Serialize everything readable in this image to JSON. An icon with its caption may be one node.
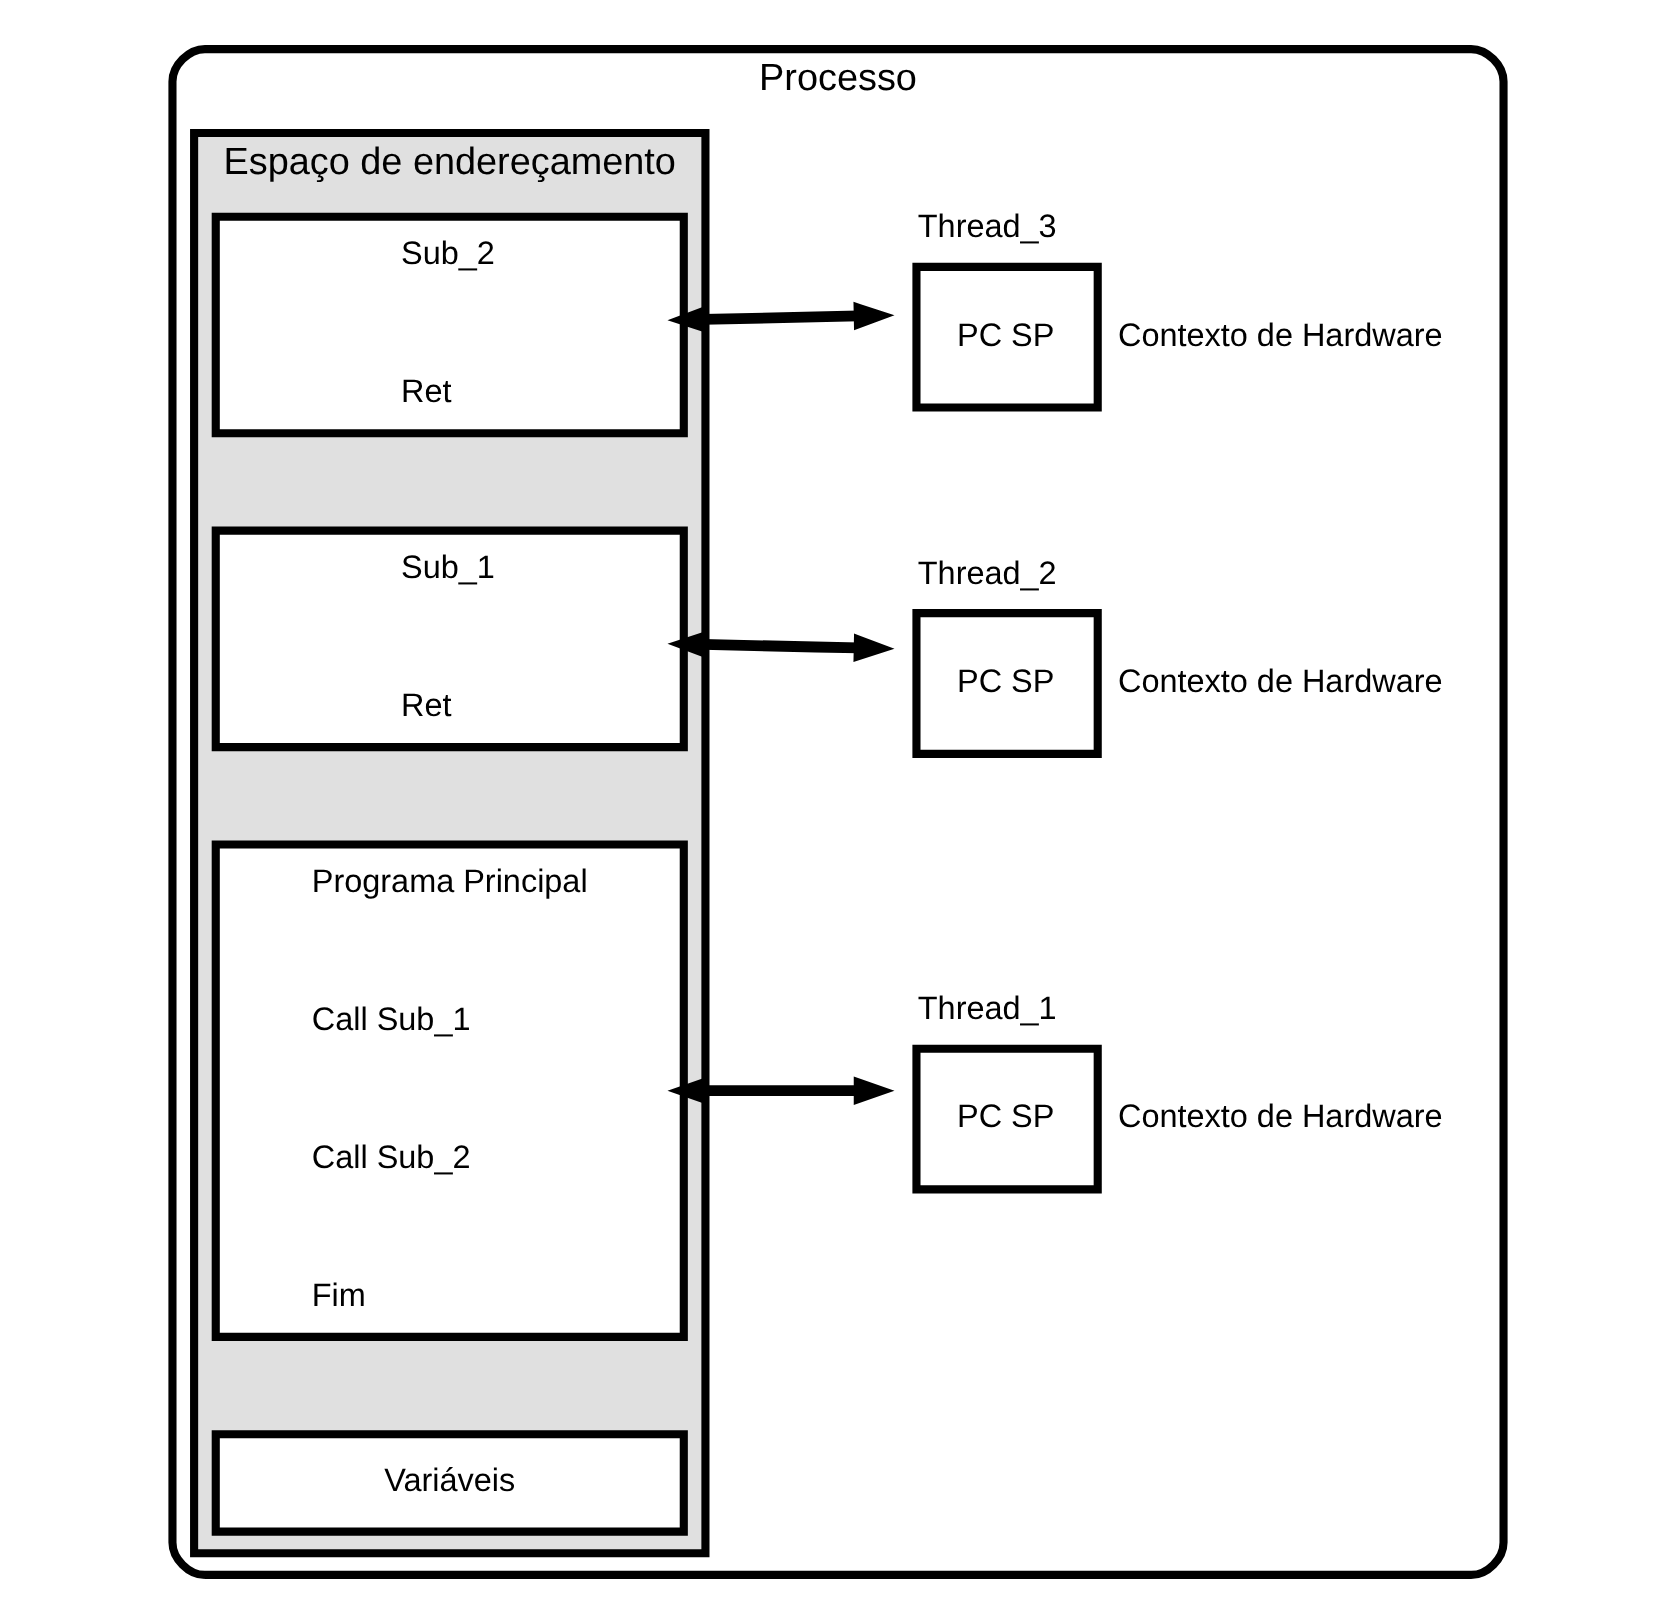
{
  "diagram": {
    "nodes": [
      {
        "text": [
          "Processo"
        ]
      },
      {
        "text": [
          "Espaço de endereçamento"
        ],
        "in": 0
      },
      {
        "text": [
          "Variáveis"
        ],
        "in": 1
      },
      {
        "text": [
          "Programa Principal",
          "Call Sub_1",
          "Call Sub_2",
          "Fim"
        ],
        "in": 1
      },
      {
        "text": [
          "Sub_1",
          "Ret"
        ],
        "in": 1
      },
      {
        "text": [
          "Sub_2",
          "Ret"
        ],
        "in": 1
      },
      {
        "text": [
          "Thread_1",
          "PC SP"
        ],
        "beside": [
          "Contexto de Hardware"
        ],
        "in": 0
      },
      {
        "text": [
          "Thread_2",
          "PC SP"
        ],
        "beside": [
          "Contexto de Hardware"
        ],
        "in": 0
      },
      {
        "text": [
          "Thread_3",
          "PC SP"
        ],
        "beside": [
          "Contexto de Hardware"
        ],
        "in": 0
      }
    ],
    "edges": [
      {
        "from": 3,
        "to": 6,
        "arrow": "both"
      },
      {
        "from": 4,
        "to": 7,
        "arrow": "both"
      },
      {
        "from": 5,
        "to": 8,
        "arrow": "both"
      }
    ]
  }
}
